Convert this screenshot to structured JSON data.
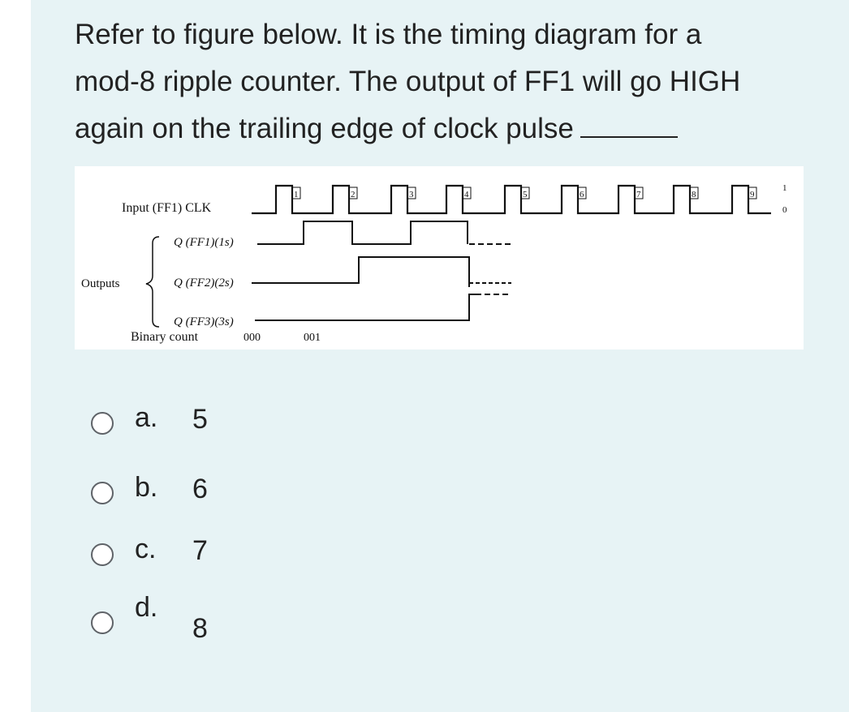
{
  "question": {
    "lines": [
      "Refer to figure below. It is the timing diagram for a",
      "mod-8 ripple counter. The output of FF1 will go HIGH",
      "again on the trailing edge of clock pulse"
    ]
  },
  "figure": {
    "input_label": "Input (FF1) CLK",
    "outputs_label": "Outputs",
    "q1_label": "Q (FF1)(1s)",
    "q2_label": "Q (FF2)(2s)",
    "q3_label": "Q (FF3)(3s)",
    "binary_label": "Binary count",
    "binary_values": [
      "000",
      "001"
    ],
    "pulse_numbers": [
      "1",
      "2",
      "3",
      "4",
      "5",
      "6",
      "7",
      "8",
      "9"
    ],
    "high_label": "1",
    "low_label": "0"
  },
  "options": [
    {
      "letter": "a.",
      "value": "5"
    },
    {
      "letter": "b.",
      "value": "6"
    },
    {
      "letter": "c.",
      "value": "7"
    },
    {
      "letter": "d.",
      "value": "8"
    }
  ]
}
